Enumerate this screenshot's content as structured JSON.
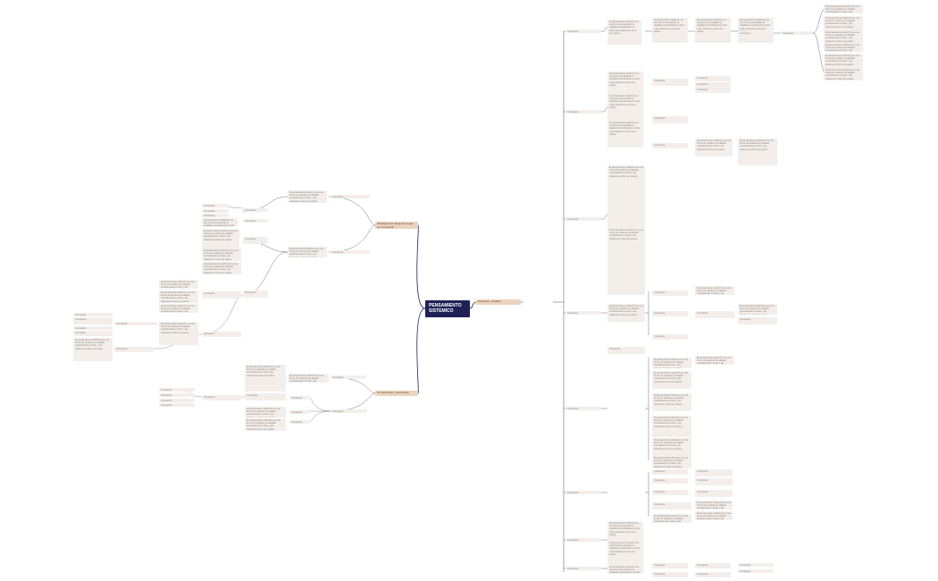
{
  "root": {
    "line1": "PENSAMIENTO",
    "line2": "SISTEMICO"
  },
  "branches": {
    "right_main": "Definición / Análisis",
    "left_top": "Paradigma de Sistemas según su concepción",
    "left_bottom": "Componentes y elementos"
  },
  "text": {
    "short": "Conceptos",
    "para": "El pensamiento sistémico es una forma de analizar la realidad considerando el todo y las relaciones entre sus partes."
  }
}
